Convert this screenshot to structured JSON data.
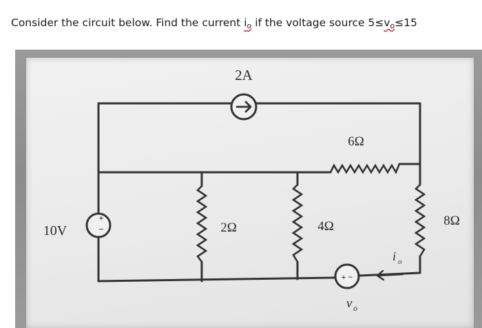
{
  "question": {
    "prefix": "Consider the circuit below. Find the current ",
    "io_main": "i",
    "io_sub": "o",
    "middle": " if the voltage source 5≤",
    "vo_main": "v",
    "vo_sub": "o",
    "suffix": "≤15"
  },
  "circuit": {
    "current_source_label": "2A",
    "resistor_6": "6Ω",
    "resistor_2": "2Ω",
    "resistor_4": "4Ω",
    "resistor_8": "8Ω",
    "voltage_source_label": "10V",
    "plus_sign": "+",
    "minus_sign": "−",
    "vo_source_signs": "+  −",
    "io_label": "i",
    "io_sub": "o",
    "vo_label": "v",
    "vo_sub": "o"
  },
  "colors": {
    "wire": "#333333",
    "panel": "#ececec",
    "frame": "#929292",
    "annotation": "#d03a3a"
  }
}
